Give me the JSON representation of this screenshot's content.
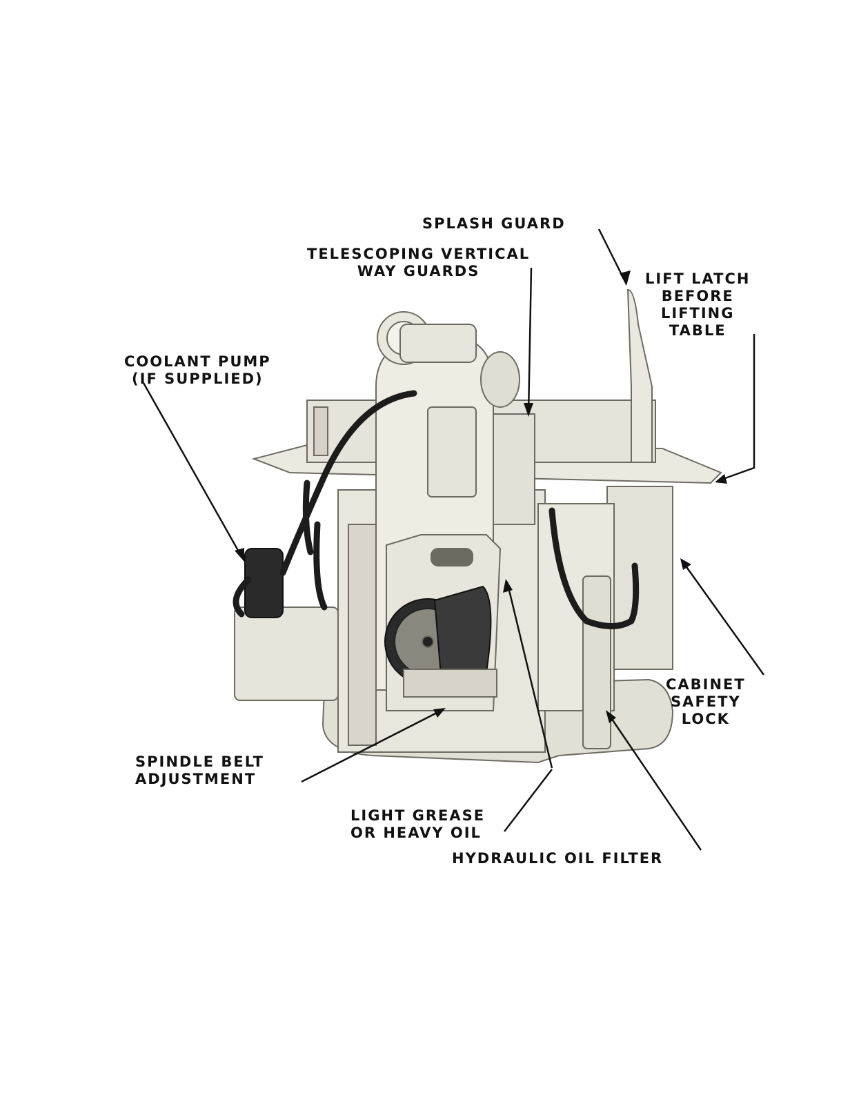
{
  "callouts": {
    "splash_guard": [
      "SPLASH GUARD"
    ],
    "telescoping_guards": [
      "TELESCOPING VERTICAL",
      "WAY GUARDS"
    ],
    "lift_latch": [
      "LIFT LATCH",
      "BEFORE",
      "LIFTING",
      "TABLE"
    ],
    "coolant_pump": [
      "COOLANT PUMP",
      "(IF SUPPLIED)"
    ],
    "cabinet_lock": [
      "CABINET",
      "SAFETY",
      "LOCK"
    ],
    "spindle_belt": [
      "SPINDLE BELT",
      "ADJUSTMENT"
    ],
    "grease": [
      "LIGHT GREASE",
      "OR HEAVY OIL"
    ],
    "oil_filter": [
      "HYDRAULIC OIL FILTER"
    ]
  },
  "colors": {
    "ink": "#111111",
    "machine": "#e6e3da",
    "machine_shadow": "#c9c5b9",
    "hose": "#1c1c1c"
  }
}
